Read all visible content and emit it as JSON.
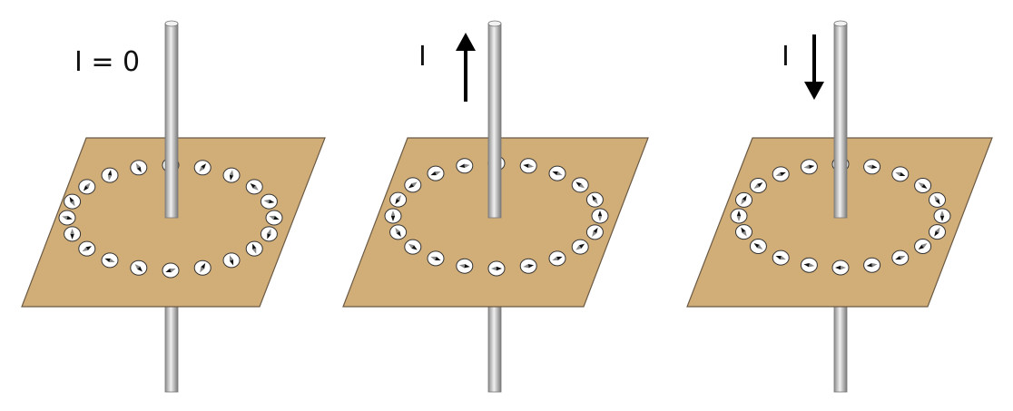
{
  "panels": [
    {
      "label": "I = 0",
      "arrow": "none",
      "needles": "random"
    },
    {
      "label": "I",
      "arrow": "up",
      "needles": "counterclockwise"
    },
    {
      "label": "I",
      "arrow": "down",
      "needles": "clockwise"
    }
  ],
  "colors": {
    "plate_fill": "#d1ad78",
    "plate_stroke": "#6b5a44",
    "wire_light": "#e6e6e6",
    "wire_dark": "#8c8c8c",
    "arrow": "#000000",
    "compass_fill": "#ffffff"
  },
  "compass_count": 20
}
